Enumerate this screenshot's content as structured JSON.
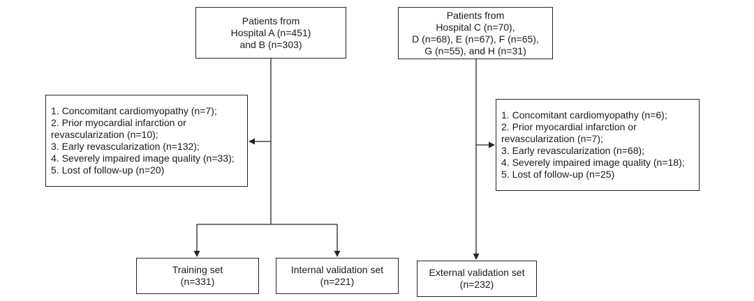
{
  "nodes": {
    "source_ab": {
      "lines": [
        "Patients from",
        "Hospital A (n=451)",
        "and B (n=303)"
      ]
    },
    "source_ch": {
      "lines": [
        "Patients from",
        "Hospital C (n=70),",
        "D (n=68), E (n=67), F (n=65),",
        "G (n=55), and H (n=31)"
      ]
    },
    "excl_left": {
      "lines": [
        "1. Concomitant cardiomyopathy (n=7);",
        "2. Prior myocardial infarction or",
        "revascularization (n=10);",
        "3. Early revascularization (n=132);",
        "4. Severely impaired image quality (n=33);",
        "5. Lost of follow-up (n=20)"
      ]
    },
    "excl_right": {
      "lines": [
        "1. Concomitant cardiomyopathy (n=6);",
        "2. Prior myocardial infarction or",
        "revascularization  (n=7);",
        "3. Early revascularization (n=68);",
        "4. Severely impaired image quality (n=18);",
        "5. Lost of follow-up (n=25)"
      ]
    },
    "training": {
      "lines": [
        "Training set",
        "(n=331)"
      ]
    },
    "internal": {
      "lines": [
        "Internal validation set",
        "(n=221)"
      ]
    },
    "external": {
      "lines": [
        "External validation set",
        "(n=232)"
      ]
    }
  },
  "edges": [
    {
      "from": "source_ab",
      "to": "excl_left",
      "kind": "exclusion"
    },
    {
      "from": "source_ab",
      "to": "training",
      "kind": "flow"
    },
    {
      "from": "source_ab",
      "to": "internal",
      "kind": "flow"
    },
    {
      "from": "source_ch",
      "to": "excl_right",
      "kind": "exclusion"
    },
    {
      "from": "source_ch",
      "to": "external",
      "kind": "flow"
    }
  ],
  "colors": {
    "stroke": "#222222",
    "text": "#1a1a1a",
    "background": "#ffffff"
  }
}
